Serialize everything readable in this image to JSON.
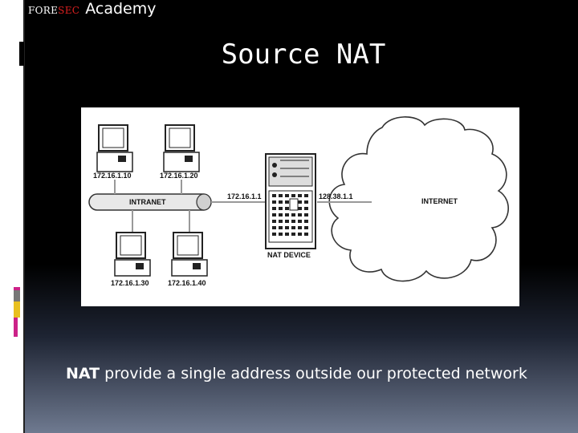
{
  "branding": {
    "fore": "FORE",
    "sec": "SEC",
    "academy": "Academy",
    "sec_color": "#e02020"
  },
  "slide": {
    "title": "Source NAT",
    "caption_bold": "NAT",
    "caption_rest": " provide a single address outside our protected network"
  },
  "diagram": {
    "hosts_top": [
      "172.16.1.10",
      "172.16.1.20"
    ],
    "hosts_bottom": [
      "172.16.1.30",
      "172.16.1.40"
    ],
    "intranet_label": "INTRANET",
    "inside_ip": "172.16.1.1",
    "outside_ip": "128.38.1.1",
    "device_label": "NAT DEVICE",
    "internet_label": "INTERNET"
  },
  "colors": {
    "accent_yellow": "#e8c020",
    "accent_magenta": "#cc2288",
    "accent_gray": "#777777"
  }
}
